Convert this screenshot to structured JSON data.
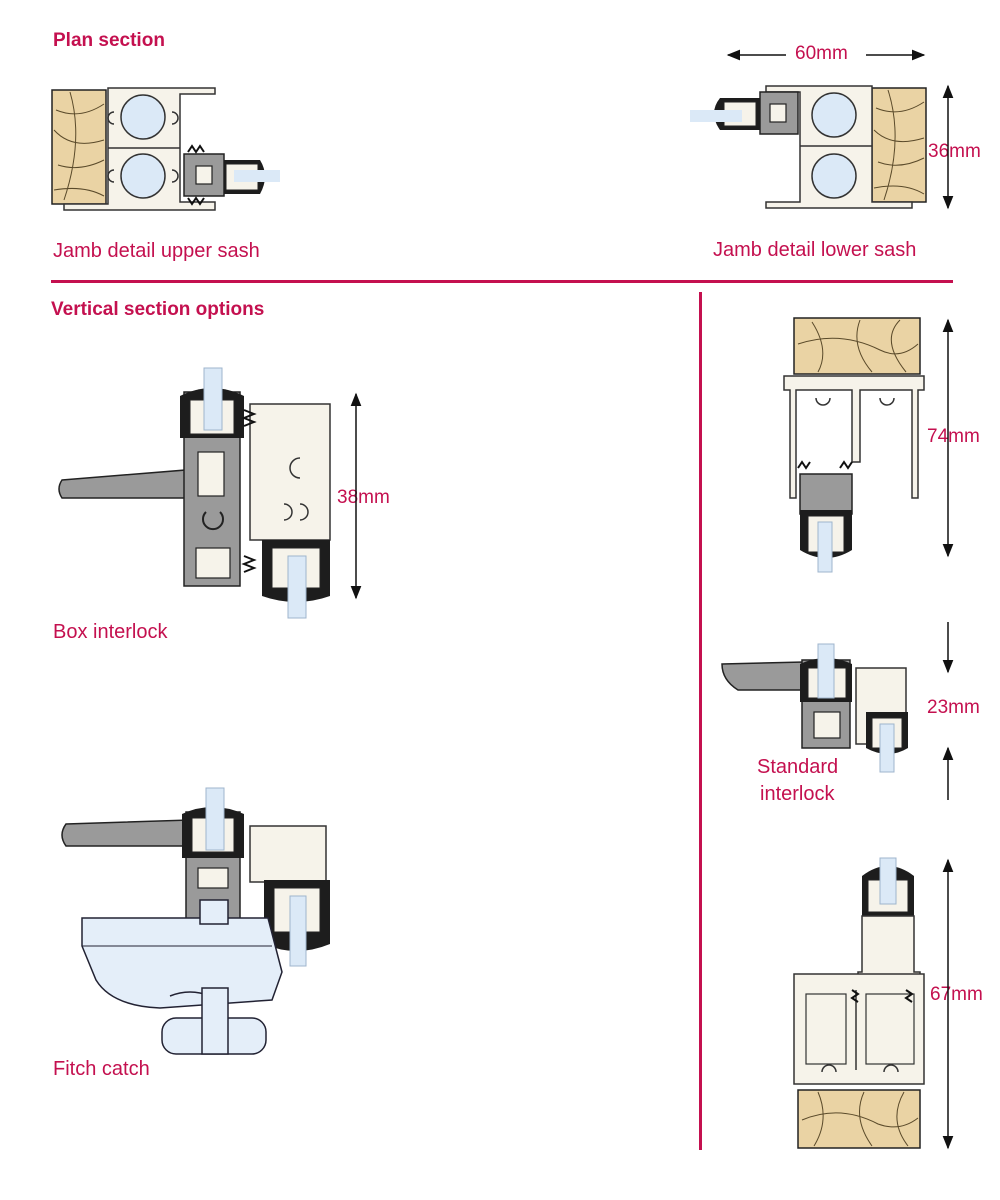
{
  "headings": {
    "plan_section": "Plan section",
    "vertical_section_options": "Vertical section options"
  },
  "captions": {
    "jamb_upper": "Jamb detail upper sash",
    "jamb_lower": "Jamb detail lower sash",
    "box_interlock": "Box interlock",
    "standard_interlock_line1": "Standard",
    "standard_interlock_line2": "interlock",
    "fitch_catch": "Fitch catch"
  },
  "dimensions": {
    "width_60": "60mm",
    "height_36": "36mm",
    "height_38": "38mm",
    "height_74": "74mm",
    "height_23": "23mm",
    "height_67": "67mm"
  },
  "colors": {
    "accent": "#c4104f",
    "timber": "#ead3a4",
    "aluminium": "#f6f3ea",
    "dark_profile": "#9a9a9a",
    "gasket": "#1d1d1d",
    "glass": "#dbe9f7",
    "catch_body": "#e4eef9"
  }
}
